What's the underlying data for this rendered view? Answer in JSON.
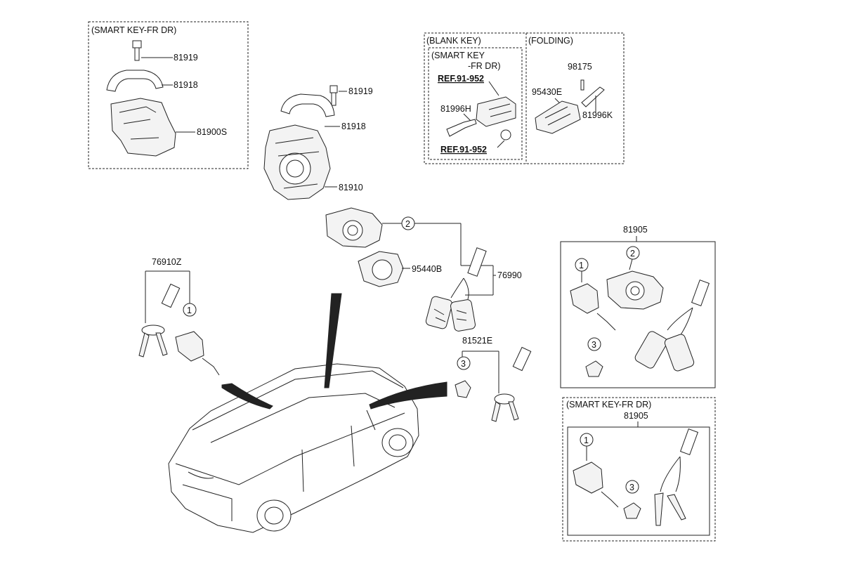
{
  "boxes": {
    "smart_key_fr_dr_top": "(SMART KEY-FR DR)",
    "blank_key": "(BLANK KEY)",
    "smart_key_inner": "(SMART KEY",
    "smart_key_inner_2": "-FR DR)",
    "folding": "(FOLDING)",
    "smart_key_fr_dr_bottom": "(SMART KEY-FR DR)"
  },
  "labels": {
    "p81919_a": "81919",
    "p81918_a": "81918",
    "p81900S": "81900S",
    "p81919_b": "81919",
    "p81918_b": "81918",
    "p81910": "81910",
    "ref_91_952_a": "REF.91-952",
    "p81996H": "81996H",
    "ref_91_952_b": "REF.91-952",
    "p98175": "98175",
    "p95430E": "95430E",
    "p81996K": "81996K",
    "p95440B": "95440B",
    "p76990": "76990",
    "p76910Z": "76910Z",
    "p81521E": "81521E",
    "p81905_a": "81905",
    "p81905_b": "81905"
  },
  "callouts": {
    "one": "1",
    "two": "2",
    "three": "3"
  }
}
